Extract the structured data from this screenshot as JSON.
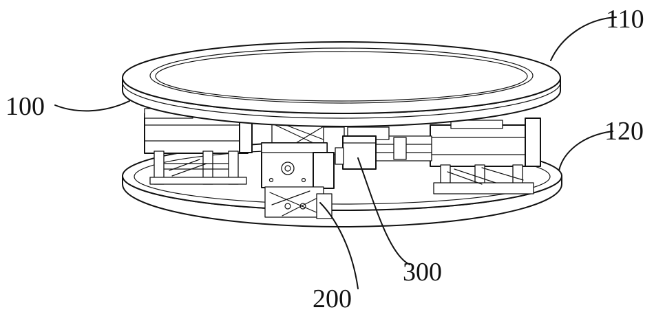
{
  "labels": {
    "ref_110": "110",
    "ref_100": "100",
    "ref_120": "120",
    "ref_300": "300",
    "ref_200": "200"
  }
}
